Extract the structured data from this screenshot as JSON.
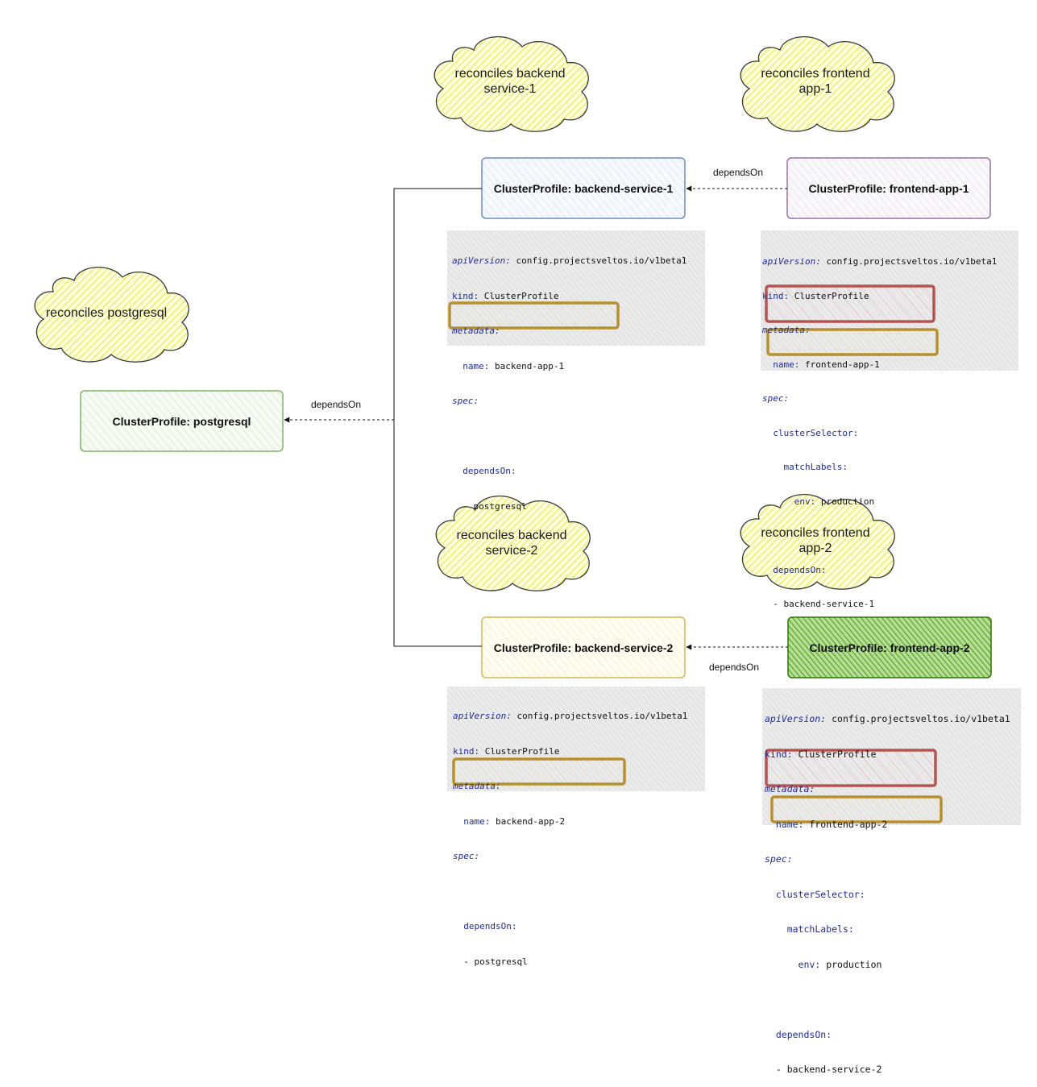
{
  "clouds": [
    {
      "id": "cloud-backend-1",
      "lines": [
        "reconciles backend",
        "service-1"
      ]
    },
    {
      "id": "cloud-frontend-1",
      "lines": [
        "reconciles frontend",
        "app-1"
      ]
    },
    {
      "id": "cloud-postgresql",
      "lines": [
        "reconciles postgresql"
      ]
    },
    {
      "id": "cloud-backend-2",
      "lines": [
        "reconciles backend",
        "service-2"
      ]
    },
    {
      "id": "cloud-frontend-2",
      "lines": [
        "reconciles frontend",
        "app-2"
      ]
    }
  ],
  "profiles": {
    "postgresql": {
      "label": "ClusterProfile: postgresql",
      "stroke": "#82b366",
      "fill": "#d5e8d4"
    },
    "backend1": {
      "label": "ClusterProfile: backend-service-1",
      "stroke": "#6c8ebf",
      "fill": "#dae8fc"
    },
    "frontend1": {
      "label": "ClusterProfile: frontend-app-1",
      "stroke": "#9673a6",
      "fill": "#e1d5e7"
    },
    "backend2": {
      "label": "ClusterProfile: backend-service-2",
      "stroke": "#d6b656",
      "fill": "#fff2cc"
    },
    "frontend2": {
      "label": "ClusterProfile: frontend-app-2",
      "stroke": "#2d7600",
      "fill": "#60a917"
    }
  },
  "edges": {
    "depends_on_label": "dependsOn"
  },
  "yaml_blocks": {
    "backend1": {
      "apiVersion_key": "apiVersion:",
      "apiVersion": "config.projectsveltos.io/v1beta1",
      "kind_key": "kind:",
      "kind": "ClusterProfile",
      "metadata_key": "metadata:",
      "name_key": "name:",
      "name": "backend-app-1",
      "spec_key": "spec:",
      "dependsOn_key": "dependsOn:",
      "dependsOn_item": "- postgresql"
    },
    "backend2": {
      "apiVersion_key": "apiVersion:",
      "apiVersion": "config.projectsveltos.io/v1beta1",
      "kind_key": "kind:",
      "kind": "ClusterProfile",
      "metadata_key": "metadata:",
      "name_key": "name:",
      "name": "backend-app-2",
      "spec_key": "spec:",
      "dependsOn_key": "dependsOn:",
      "dependsOn_item": "- postgresql"
    },
    "frontend1": {
      "apiVersion_key": "apiVersion:",
      "apiVersion": "config.projectsveltos.io/v1beta1",
      "kind_key": "kind:",
      "kind": "ClusterProfile",
      "metadata_key": "metadata:",
      "name_key": "name:",
      "name": "frontend-app-1",
      "spec_key": "spec:",
      "clusterSelector_key": "clusterSelector:",
      "matchLabels_key": "matchLabels:",
      "env_key": "env:",
      "env": "production",
      "dependsOn_key": "dependsOn:",
      "dependsOn_item": "- backend-service-1"
    },
    "frontend2": {
      "apiVersion_key": "apiVersion:",
      "apiVersion": "config.projectsveltos.io/v1beta1",
      "kind_key": "kind:",
      "kind": "ClusterProfile",
      "metadata_key": "metadata:",
      "name_key": "name:",
      "name": "frontend-app-2",
      "spec_key": "spec:",
      "clusterSelector_key": "clusterSelector:",
      "matchLabels_key": "matchLabels:",
      "env_key": "env:",
      "env": "production",
      "dependsOn_key": "dependsOn:",
      "dependsOn_item": "- backend-service-2"
    }
  },
  "colors": {
    "cloud_fill": "#ffff88",
    "cloud_stroke": "#36393d",
    "yaml_bg": "#e6e6e6",
    "cluster_selector_box": "#b85450",
    "depends_on_box": "#b7912e"
  }
}
